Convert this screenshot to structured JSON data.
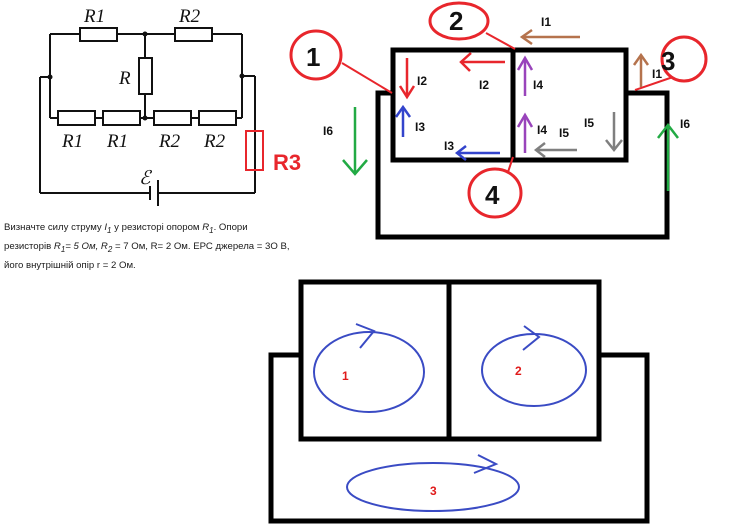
{
  "schematic": {
    "labels": {
      "top_left_resistor": "R1",
      "top_right_resistor": "R2",
      "middle_resistor": "R",
      "bottom_r1_a": "R1",
      "bottom_r1_b": "R1",
      "bottom_r2_a": "R2",
      "bottom_r2_b": "R2",
      "emf_symbol": "ℰ",
      "r3_label": "R3"
    },
    "highlight_color": "#e8262c"
  },
  "problem": {
    "line1_a": "Визначте силу струму ",
    "line1_i": "I",
    "line1_isub": "1",
    "line1_b": " у резисторі опором ",
    "line1_r": "R",
    "line1_rsub": "1",
    "line1_c": ". Опори",
    "line2_a": "резисторів ",
    "line2_r1": "R",
    "line2_r1sub": "1",
    "line2_b": "= 5 Ом, ",
    "line2_r2": "R",
    "line2_r2sub": "2",
    "line2_c": " = 7 Ом, R= 2 Ом. ЕРС джерела  = 3О В,",
    "line3": "його внутрішній опір r = 2 Ом."
  },
  "current_diagram": {
    "nodes": [
      "1",
      "2",
      "3",
      "4"
    ],
    "currents": {
      "i1_top": "I1",
      "i1_right": "I1",
      "i2_left": "I2",
      "i2_top": "I2",
      "i3_left": "I3",
      "i3_bottom": "I3",
      "i4_upper": "I4",
      "i4_lower": "I4",
      "i5_bottom": "I5",
      "i5_right": "I5",
      "i6_left": "I6",
      "i6_right": "I6"
    },
    "colors": {
      "I1": "#b5734d",
      "I2": "#e8262c",
      "I3": "#3344cc",
      "I4": "#9944bb",
      "I5": "#7f7f7f",
      "I6": "#22aa44",
      "node_circle": "#e8262c"
    }
  },
  "loop_diagram": {
    "loops": [
      "1",
      "2",
      "3"
    ],
    "loop_color": "#3a4bc4",
    "number_color": "#e01a1a"
  }
}
